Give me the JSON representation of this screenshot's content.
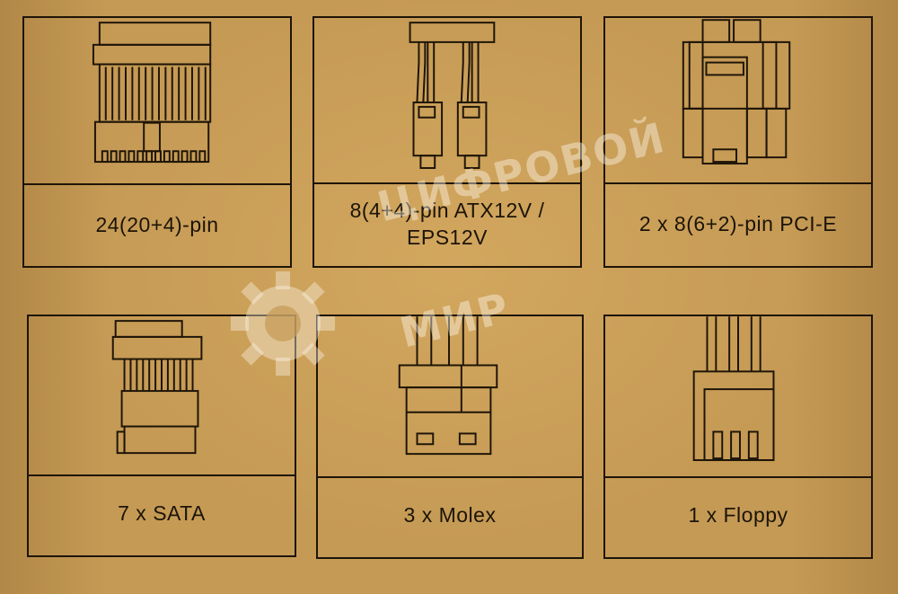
{
  "connectors": [
    {
      "label": "24(20+4)-pin"
    },
    {
      "label": "8(4+4)-pin ATX12V /\nEPS12V"
    },
    {
      "label": "2 x 8(6+2)-pin PCI-E"
    },
    {
      "label": "7 x SATA"
    },
    {
      "label": "3 x Molex"
    },
    {
      "label": "1 x Floppy"
    }
  ],
  "watermark": {
    "line1": "ЦИФРОВОЙ",
    "line2": "МИР"
  },
  "colors": {
    "background": "#c59a55",
    "line": "#1e1508",
    "text": "#1c1408"
  }
}
